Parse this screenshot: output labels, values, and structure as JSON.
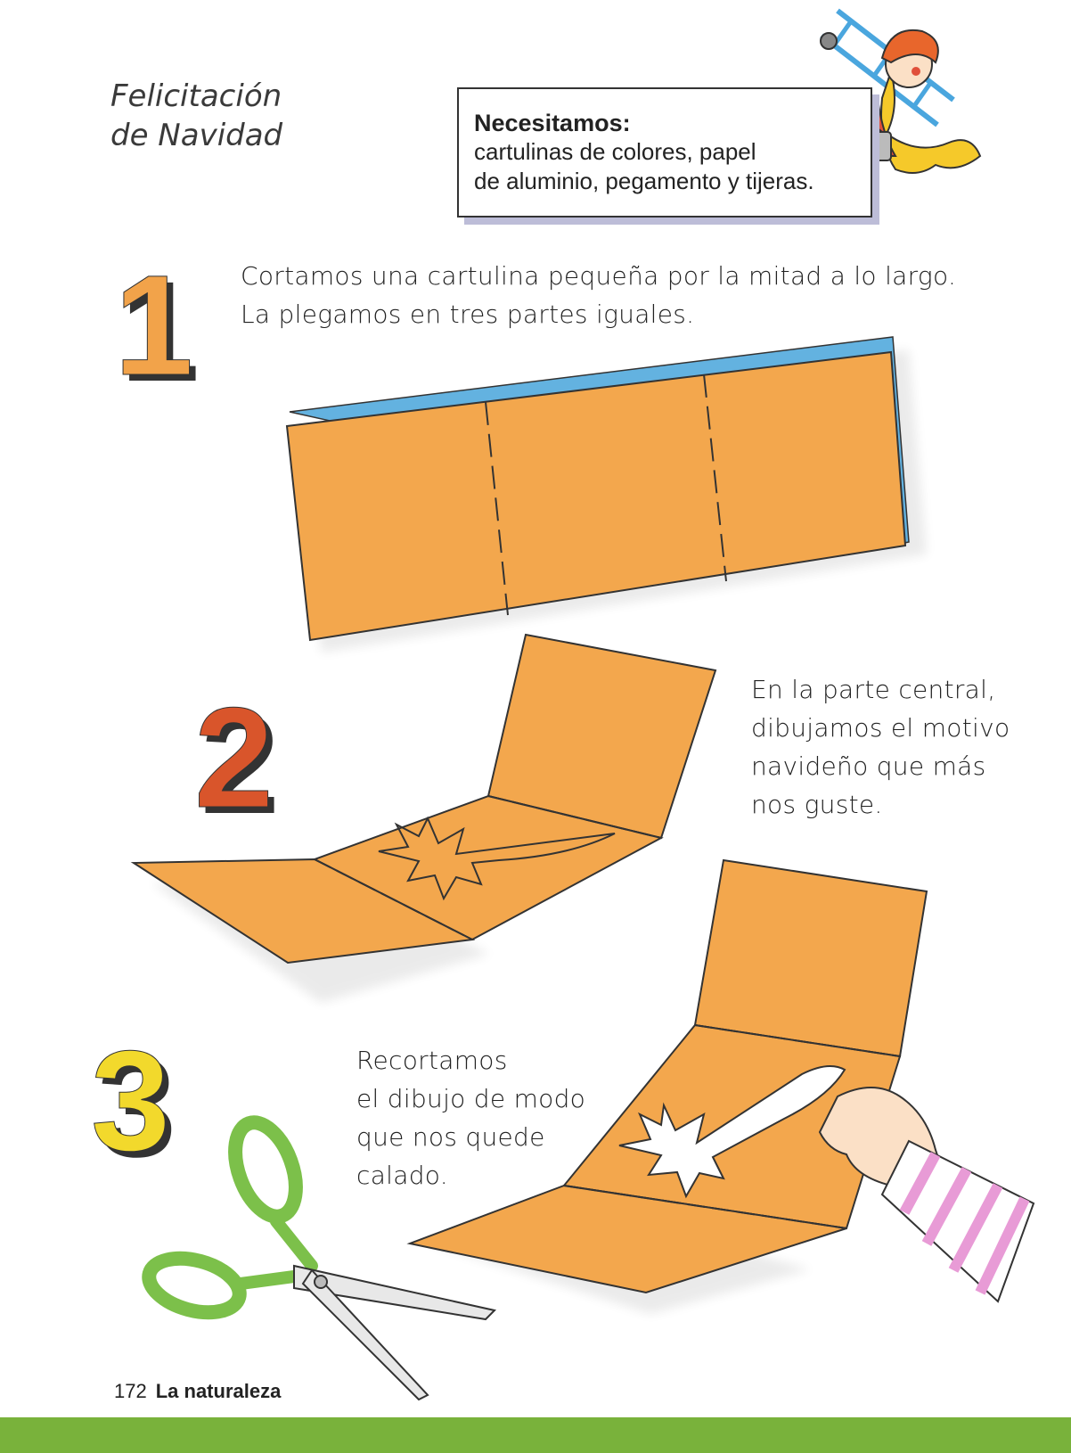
{
  "title": {
    "line1": "Felicitación",
    "line2": "de Navidad"
  },
  "materials": {
    "heading": "Necesitamos:",
    "line1": "cartulinas de colores, papel",
    "line2": "de aluminio, pegamento y tijeras."
  },
  "steps": [
    {
      "number": "1",
      "color": "#f2a34a",
      "lines": [
        "Cortamos una cartulina pequeña por la mitad a lo largo.",
        "La plegamos en tres partes iguales."
      ]
    },
    {
      "number": "2",
      "color": "#d9552b",
      "lines": [
        "En la parte central,",
        "dibujamos el motivo",
        "navideño que más",
        "nos guste."
      ]
    },
    {
      "number": "3",
      "color": "#f2d92c",
      "lines": [
        "Recortamos",
        "el dibujo de modo",
        "que nos quede",
        "calado."
      ]
    }
  ],
  "footer": {
    "page": "172",
    "section": "La naturaleza"
  },
  "colors": {
    "card": "#f3a74d",
    "card_edge": "#63b2e0",
    "footer_bar": "#79b23b",
    "scissors": "#7cc04a"
  }
}
